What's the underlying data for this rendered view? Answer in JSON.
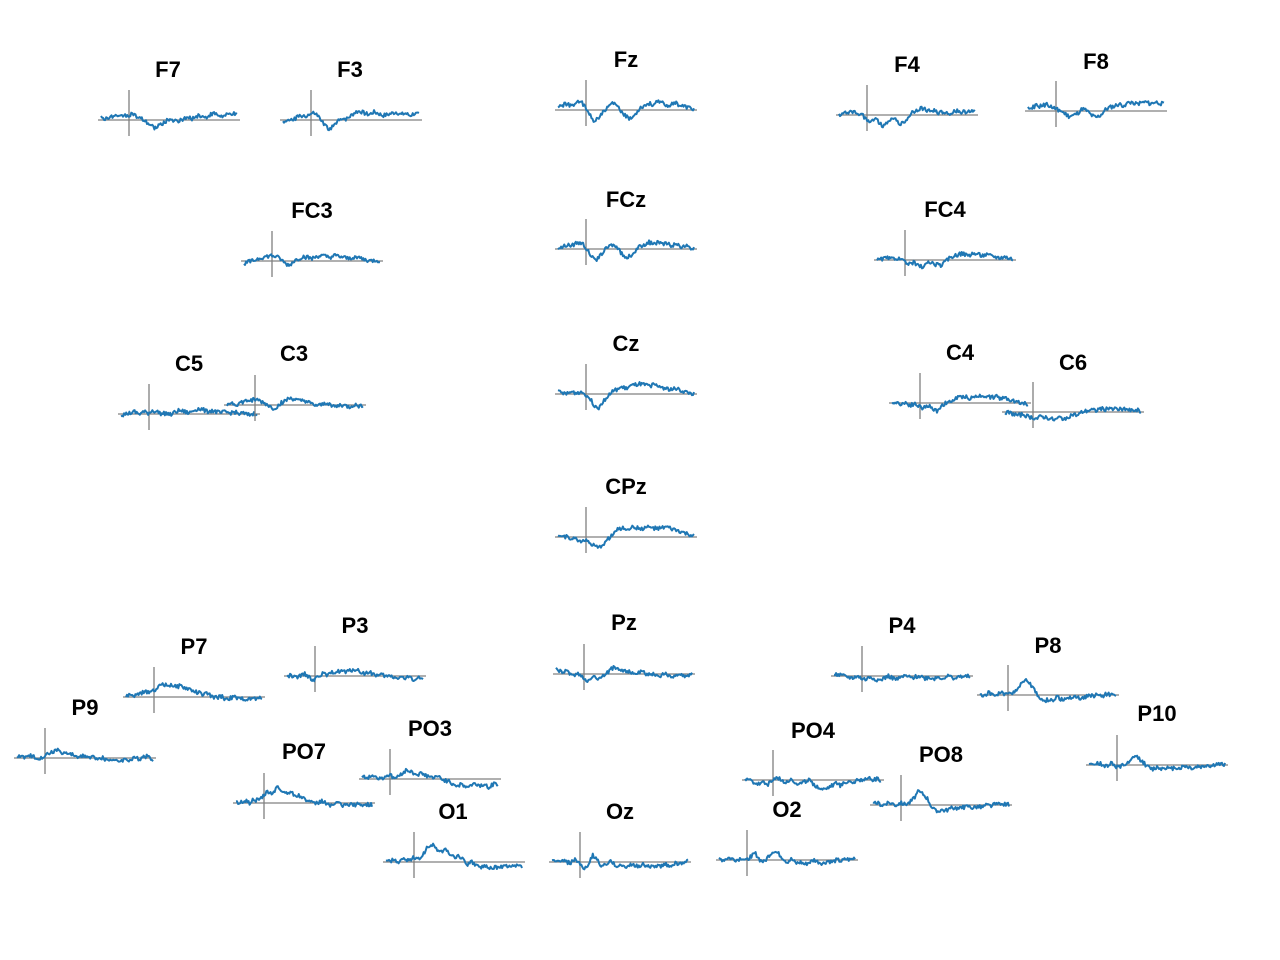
{
  "chart_data": {
    "type": "line",
    "colors": {
      "trace": "#1f77b4",
      "axes": "#808080",
      "label": "#000000"
    },
    "channels": [
      {
        "name": "F7",
        "values": [
          0.05,
          0.02,
          0.08,
          0.1,
          0.06,
          0.12,
          0.1,
          0.15,
          0.05,
          0.02,
          -0.05,
          -0.12,
          -0.18,
          -0.1,
          -0.05,
          0.02,
          0.0,
          -0.05,
          0.02,
          0.05,
          0.03,
          0.08,
          0.1,
          0.05,
          0.12,
          0.15,
          0.1,
          0.08,
          0.12,
          0.15,
          0.1
        ]
      },
      {
        "name": "F3",
        "values": [
          -0.05,
          0.0,
          -0.02,
          0.05,
          0.1,
          0.08,
          0.12,
          0.15,
          0.05,
          -0.1,
          -0.2,
          -0.15,
          -0.05,
          0.05,
          0.02,
          0.1,
          0.18,
          0.2,
          0.15,
          0.12,
          0.18,
          0.15,
          0.1,
          0.12,
          0.15,
          0.18,
          0.12,
          0.15,
          0.1,
          0.15,
          0.12
        ]
      },
      {
        "name": "Fz",
        "values": [
          0.05,
          0.1,
          0.15,
          0.08,
          0.18,
          0.2,
          0.05,
          -0.1,
          -0.25,
          -0.15,
          -0.05,
          0.05,
          0.15,
          0.1,
          -0.05,
          -0.15,
          -0.2,
          -0.1,
          0.05,
          0.1,
          0.15,
          0.12,
          0.18,
          0.15,
          0.1,
          0.12,
          0.15,
          0.1,
          0.08,
          0.05,
          0.02
        ]
      },
      {
        "name": "F4",
        "values": [
          0.0,
          0.05,
          0.02,
          0.08,
          0.05,
          0.02,
          -0.1,
          -0.15,
          -0.05,
          -0.2,
          -0.25,
          -0.1,
          -0.05,
          -0.18,
          -0.2,
          -0.1,
          0.05,
          0.1,
          0.15,
          0.12,
          0.08,
          0.1,
          0.05,
          0.08,
          0.02,
          0.05,
          0.1,
          0.05,
          0.08,
          0.1,
          0.05
        ]
      },
      {
        "name": "F8",
        "values": [
          0.05,
          0.08,
          0.12,
          0.1,
          0.15,
          0.1,
          0.05,
          0.02,
          -0.05,
          -0.12,
          -0.1,
          -0.05,
          0.05,
          0.0,
          -0.1,
          -0.15,
          -0.1,
          0.02,
          0.08,
          0.1,
          0.15,
          0.12,
          0.18,
          0.2,
          0.15,
          0.18,
          0.2,
          0.15,
          0.2,
          0.18,
          0.15
        ]
      },
      {
        "name": "FC3",
        "values": [
          -0.05,
          -0.02,
          0.0,
          0.05,
          0.08,
          0.1,
          0.12,
          0.1,
          0.05,
          -0.05,
          -0.1,
          0.0,
          0.05,
          0.1,
          0.08,
          0.05,
          0.1,
          0.12,
          0.1,
          0.08,
          0.12,
          0.1,
          0.08,
          0.05,
          0.08,
          0.1,
          0.05,
          0.02,
          0.0,
          0.02,
          0.0
        ]
      },
      {
        "name": "FCz",
        "values": [
          0.02,
          0.05,
          0.1,
          0.08,
          0.12,
          0.15,
          0.05,
          -0.1,
          -0.25,
          -0.2,
          -0.05,
          0.05,
          0.1,
          0.05,
          -0.1,
          -0.2,
          -0.15,
          -0.05,
          0.05,
          0.1,
          0.15,
          0.12,
          0.15,
          0.1,
          0.12,
          0.08,
          0.1,
          0.05,
          0.08,
          0.02,
          0.0
        ]
      },
      {
        "name": "FC4",
        "values": [
          0.0,
          0.02,
          0.05,
          0.02,
          0.05,
          0.03,
          -0.05,
          -0.1,
          -0.05,
          -0.12,
          -0.15,
          -0.08,
          -0.05,
          -0.1,
          -0.12,
          -0.05,
          0.05,
          0.1,
          0.12,
          0.15,
          0.1,
          0.12,
          0.15,
          0.1,
          0.12,
          0.1,
          0.08,
          0.05,
          0.08,
          0.05,
          0.02
        ]
      },
      {
        "name": "C5",
        "values": [
          -0.02,
          0.0,
          0.02,
          0.05,
          0.0,
          0.05,
          0.02,
          0.08,
          0.05,
          0.0,
          0.02,
          -0.02,
          0.05,
          0.08,
          0.05,
          0.02,
          0.08,
          0.12,
          0.1,
          0.05,
          0.08,
          0.05,
          0.02,
          0.05,
          0.02,
          0.05,
          0.0,
          0.02,
          -0.02,
          0.0,
          0.02
        ]
      },
      {
        "name": "C3",
        "values": [
          0.02,
          0.05,
          0.0,
          0.05,
          0.08,
          0.1,
          0.12,
          0.1,
          0.05,
          0.0,
          -0.08,
          -0.05,
          0.05,
          0.1,
          0.15,
          0.12,
          0.08,
          0.1,
          0.05,
          0.0,
          -0.02,
          0.0,
          0.05,
          0.0,
          -0.05,
          0.0,
          -0.02,
          -0.05,
          0.0,
          -0.03,
          0.0
        ]
      },
      {
        "name": "Cz",
        "values": [
          0.05,
          0.02,
          0.0,
          0.05,
          0.02,
          0.05,
          0.0,
          -0.1,
          -0.25,
          -0.3,
          -0.15,
          -0.05,
          0.05,
          0.1,
          0.15,
          0.12,
          0.18,
          0.2,
          0.22,
          0.2,
          0.18,
          0.2,
          0.18,
          0.15,
          0.12,
          0.1,
          0.12,
          0.08,
          0.05,
          0.02,
          0.0
        ]
      },
      {
        "name": "C4",
        "values": [
          0.02,
          0.0,
          -0.02,
          0.0,
          -0.05,
          -0.02,
          -0.08,
          -0.12,
          -0.05,
          -0.15,
          -0.18,
          -0.05,
          0.0,
          0.02,
          0.1,
          0.12,
          0.15,
          0.1,
          0.12,
          0.15,
          0.18,
          0.15,
          0.12,
          0.15,
          0.1,
          0.12,
          0.08,
          0.05,
          0.02,
          0.0,
          -0.02
        ]
      },
      {
        "name": "C6",
        "values": [
          0.0,
          -0.02,
          -0.05,
          -0.08,
          -0.05,
          -0.1,
          -0.12,
          -0.15,
          -0.1,
          -0.12,
          -0.15,
          -0.18,
          -0.12,
          -0.15,
          -0.1,
          -0.05,
          -0.08,
          0.0,
          0.02,
          0.05,
          0.02,
          0.08,
          0.05,
          0.1,
          0.08,
          0.05,
          0.08,
          0.05,
          0.02,
          0.05,
          0.02
        ]
      },
      {
        "name": "CPz",
        "values": [
          0.05,
          0.02,
          0.0,
          -0.02,
          -0.05,
          -0.1,
          -0.05,
          -0.15,
          -0.2,
          -0.25,
          -0.15,
          -0.05,
          0.05,
          0.15,
          0.2,
          0.18,
          0.2,
          0.22,
          0.18,
          0.2,
          0.22,
          0.2,
          0.18,
          0.2,
          0.22,
          0.18,
          0.15,
          0.12,
          0.08,
          0.05,
          0.02
        ]
      },
      {
        "name": "P7",
        "values": [
          0.02,
          0.05,
          0.02,
          0.08,
          0.1,
          0.12,
          0.15,
          0.2,
          0.3,
          0.25,
          0.28,
          0.22,
          0.25,
          0.2,
          0.18,
          0.12,
          0.1,
          0.05,
          0.08,
          0.0,
          -0.02,
          0.02,
          -0.05,
          -0.02,
          0.0,
          -0.05,
          -0.03,
          -0.06,
          -0.02,
          -0.05,
          0.0
        ]
      },
      {
        "name": "P3",
        "values": [
          0.02,
          0.0,
          -0.05,
          0.0,
          0.05,
          -0.05,
          -0.08,
          0.02,
          0.05,
          0.0,
          0.08,
          0.1,
          0.12,
          0.08,
          0.12,
          0.15,
          0.1,
          0.05,
          0.08,
          0.05,
          0.0,
          0.02,
          -0.02,
          0.0,
          -0.05,
          -0.02,
          -0.06,
          -0.02,
          -0.08,
          -0.05,
          -0.03
        ]
      },
      {
        "name": "Pz",
        "values": [
          0.1,
          0.05,
          0.08,
          0.02,
          -0.05,
          0.0,
          -0.1,
          -0.15,
          -0.05,
          -0.12,
          -0.1,
          0.0,
          0.1,
          0.15,
          0.12,
          0.08,
          0.05,
          0.0,
          0.02,
          0.05,
          0.0,
          -0.02,
          0.0,
          -0.05,
          0.0,
          -0.03,
          -0.05,
          -0.02,
          -0.05,
          -0.03,
          0.0
        ]
      },
      {
        "name": "P4",
        "values": [
          0.05,
          0.02,
          0.0,
          -0.02,
          -0.05,
          0.0,
          -0.05,
          -0.08,
          -0.02,
          -0.06,
          -0.1,
          -0.05,
          0.0,
          -0.05,
          -0.08,
          -0.02,
          0.0,
          -0.05,
          -0.02,
          0.0,
          -0.05,
          -0.03,
          -0.06,
          -0.02,
          -0.05,
          0.0,
          -0.03,
          -0.05,
          0.0,
          -0.02,
          0.0
        ]
      },
      {
        "name": "P8",
        "values": [
          0.02,
          0.0,
          0.05,
          -0.02,
          0.02,
          0.05,
          0.0,
          0.05,
          0.1,
          0.25,
          0.35,
          0.25,
          0.1,
          -0.05,
          -0.15,
          -0.1,
          -0.12,
          -0.05,
          -0.1,
          -0.08,
          -0.05,
          -0.02,
          -0.08,
          -0.05,
          0.0,
          -0.03,
          0.02,
          -0.02,
          0.03,
          0.0,
          0.02
        ]
      },
      {
        "name": "P9",
        "values": [
          0.02,
          0.05,
          0.0,
          0.05,
          0.02,
          0.0,
          0.05,
          0.1,
          0.15,
          0.18,
          0.12,
          0.1,
          0.08,
          0.05,
          0.02,
          0.05,
          0.0,
          0.03,
          -0.02,
          0.0,
          -0.05,
          -0.02,
          -0.08,
          -0.05,
          -0.02,
          -0.05,
          0.0,
          -0.03,
          0.05,
          0.02,
          -0.03
        ]
      },
      {
        "name": "P10",
        "values": [
          0.02,
          0.0,
          0.05,
          0.0,
          -0.02,
          0.05,
          -0.05,
          -0.02,
          0.0,
          0.05,
          0.2,
          0.15,
          0.05,
          -0.05,
          -0.1,
          -0.05,
          -0.08,
          -0.05,
          -0.1,
          -0.05,
          -0.08,
          -0.02,
          -0.05,
          -0.08,
          -0.03,
          -0.05,
          0.0,
          -0.03,
          0.02,
          0.0,
          0.02
        ]
      },
      {
        "name": "PO7",
        "values": [
          0.0,
          0.02,
          0.05,
          0.0,
          0.08,
          0.05,
          0.15,
          0.25,
          0.2,
          0.35,
          0.28,
          0.22,
          0.25,
          0.18,
          0.15,
          0.1,
          0.05,
          -0.02,
          0.0,
          0.05,
          -0.02,
          -0.05,
          0.0,
          -0.03,
          -0.06,
          -0.02,
          -0.05,
          -0.03,
          -0.06,
          -0.03,
          -0.05
        ]
      },
      {
        "name": "PO3",
        "values": [
          0.05,
          0.02,
          0.08,
          0.05,
          0.0,
          0.05,
          0.1,
          0.02,
          0.05,
          0.15,
          0.2,
          0.15,
          0.1,
          0.12,
          0.08,
          0.05,
          0.02,
          0.05,
          -0.02,
          -0.05,
          -0.1,
          -0.15,
          -0.12,
          -0.18,
          -0.15,
          -0.1,
          -0.15,
          -0.12,
          -0.18,
          -0.12,
          -0.1
        ]
      },
      {
        "name": "PO4",
        "values": [
          0.0,
          0.02,
          -0.05,
          -0.08,
          -0.05,
          -0.1,
          -0.02,
          0.05,
          0.0,
          -0.05,
          0.02,
          -0.05,
          -0.1,
          -0.05,
          0.0,
          -0.08,
          -0.15,
          -0.2,
          -0.18,
          -0.12,
          -0.08,
          -0.12,
          -0.05,
          -0.02,
          -0.05,
          0.0,
          0.02,
          0.05,
          0.0,
          0.02,
          0.0
        ]
      },
      {
        "name": "PO8",
        "values": [
          0.02,
          0.05,
          0.0,
          0.03,
          0.05,
          0.0,
          0.05,
          0.02,
          0.05,
          0.15,
          0.3,
          0.25,
          0.15,
          -0.05,
          -0.15,
          -0.1,
          -0.12,
          -0.08,
          -0.05,
          -0.08,
          -0.05,
          -0.02,
          -0.06,
          -0.03,
          -0.05,
          0.0,
          -0.02,
          0.02,
          0.0,
          0.02,
          0.0
        ]
      },
      {
        "name": "O1",
        "values": [
          0.0,
          0.02,
          0.05,
          0.0,
          0.08,
          0.02,
          0.1,
          0.05,
          0.15,
          0.3,
          0.4,
          0.32,
          0.22,
          0.28,
          0.2,
          0.1,
          0.15,
          0.05,
          -0.05,
          0.0,
          -0.08,
          -0.12,
          -0.1,
          -0.15,
          -0.1,
          -0.13,
          -0.08,
          -0.12,
          -0.1,
          -0.08,
          -0.1
        ]
      },
      {
        "name": "Oz",
        "values": [
          0.02,
          0.0,
          0.05,
          0.0,
          -0.02,
          0.05,
          0.0,
          -0.2,
          -0.05,
          0.15,
          0.05,
          -0.1,
          -0.05,
          0.02,
          -0.08,
          -0.05,
          -0.12,
          -0.08,
          -0.05,
          -0.1,
          -0.05,
          -0.08,
          -0.12,
          -0.08,
          -0.1,
          -0.05,
          -0.08,
          -0.03,
          -0.05,
          0.0,
          0.02
        ]
      },
      {
        "name": "O2",
        "values": [
          0.02,
          0.0,
          0.05,
          0.02,
          0.0,
          0.05,
          -0.02,
          0.08,
          0.15,
          0.0,
          -0.05,
          0.1,
          0.2,
          0.15,
          0.05,
          -0.05,
          0.02,
          -0.08,
          -0.05,
          -0.1,
          -0.05,
          0.0,
          -0.05,
          -0.08,
          -0.02,
          -0.05,
          0.0,
          -0.03,
          0.02,
          0.0,
          0.05
        ]
      }
    ]
  }
}
